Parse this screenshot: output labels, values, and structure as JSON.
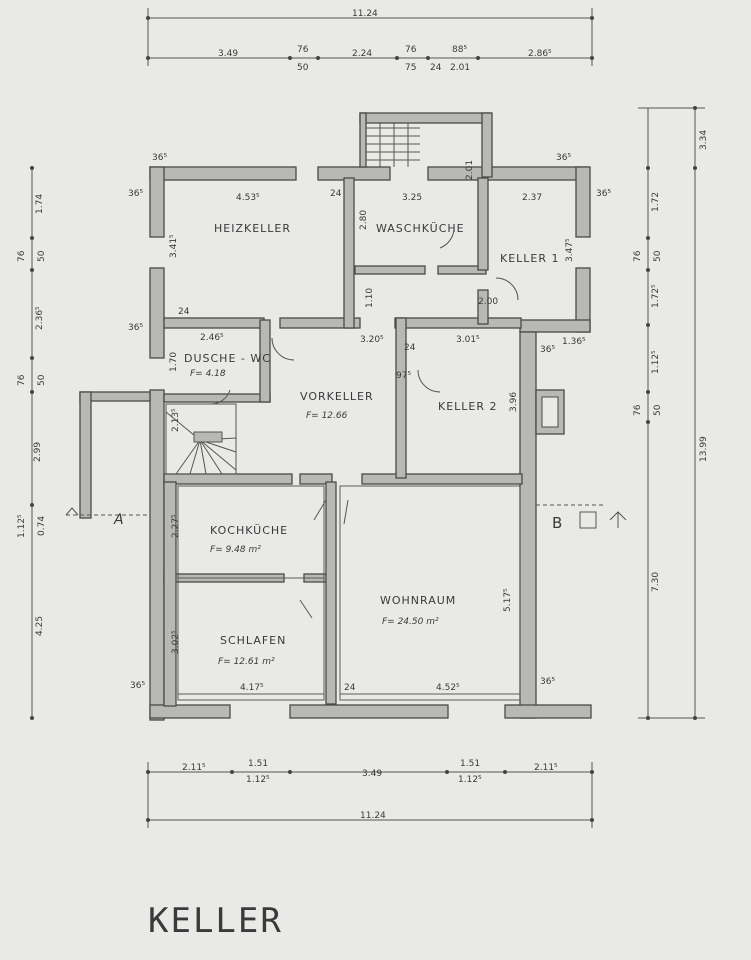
{
  "title": "KELLER",
  "rooms": {
    "heizkeller": {
      "name": "HEIZKELLER",
      "width": "4.53⁵"
    },
    "waschkueche": {
      "name": "WASCHKÜCHE",
      "width": "3.25"
    },
    "keller1": {
      "name": "KELLER 1",
      "width": "2.37"
    },
    "dusche": {
      "name": "DUSCHE - WC",
      "area": "F= 4.18",
      "width": "2.46⁵"
    },
    "vorkeller": {
      "name": "VORKELLER",
      "area": "F= 12.66",
      "width": "3.20⁵"
    },
    "keller2": {
      "name": "KELLER 2",
      "width": "3.01⁵"
    },
    "kochkueche": {
      "name": "KOCHKÜCHE",
      "area": "F= 9.48 m²"
    },
    "wohnraum": {
      "name": "WOHNRAUM",
      "area": "F= 24.50 m²"
    },
    "schlafen": {
      "name": "SCHLAFEN",
      "area": "F= 12.61 m²"
    }
  },
  "dims": {
    "top_total": "11.24",
    "top_segments": [
      "3.49",
      "76",
      "50",
      "2.24",
      "76",
      "75",
      "24",
      "88⁵",
      "2.01",
      "2.86⁵"
    ],
    "bottom_total": "11.24",
    "bottom_segments": [
      "2.11⁵",
      "1.51",
      "1.12⁵",
      "3.49",
      "1.51",
      "1.12⁵",
      "2.11⁵"
    ],
    "left_segments": [
      "1.74",
      "76",
      "50",
      "2.36⁵",
      "76",
      "50",
      "2.99",
      "1.12⁵",
      "0.74",
      "4.25"
    ],
    "right_total": "13.99",
    "right_segments": [
      "3.34",
      "1.72",
      "76",
      "50",
      "1.72⁵",
      "1.12⁵",
      "76",
      "50",
      "7.30"
    ],
    "wall_labels": [
      "36⁵",
      "36⁵",
      "36⁵",
      "36⁵",
      "24",
      "24",
      "24",
      "24",
      "36⁵",
      "36⁵",
      "36⁵",
      "36⁵"
    ],
    "inner": {
      "wohnraum_width": "4.52⁵",
      "schlafen_width": "4.17⁵",
      "wohnraum_height": "5.17⁵",
      "schlafen_height": "3.02⁵",
      "kochkueche_height": "2.27⁵",
      "keller2_height": "3.96",
      "keller1_height": "3.47⁵",
      "heiz_height": "3.41⁵",
      "stair_height": "2.13⁵",
      "dusche_height": "1.70",
      "wasch_height": "2.80",
      "door_1_10": "1.10",
      "door_2_01": "2.01",
      "door_2_00": "2.00",
      "door_1_36": "1.36⁵",
      "door_97": "97⁵"
    }
  },
  "markers": {
    "section_a": "A",
    "section_b": "B"
  }
}
